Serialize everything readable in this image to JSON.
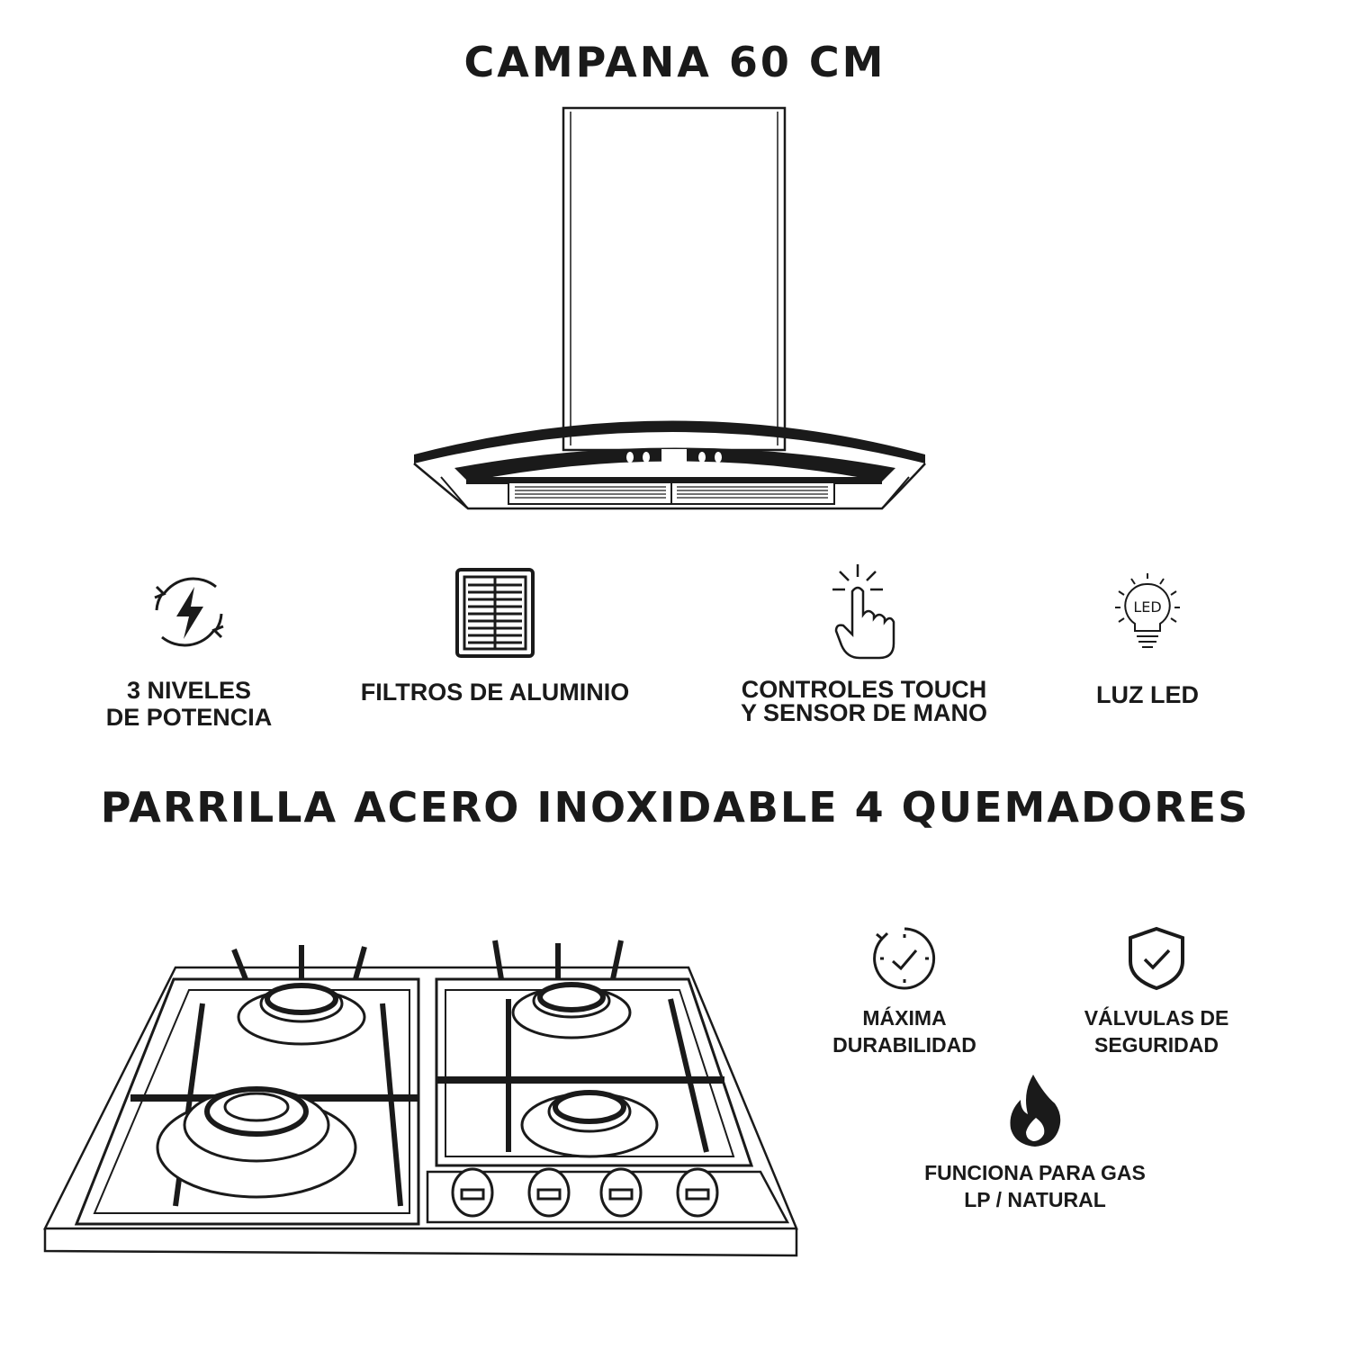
{
  "hood": {
    "title": "CAMPANA 60 CM",
    "features": [
      {
        "label_1": "3 NIVELES",
        "label_2": "DE POTENCIA",
        "icon": "power-levels-icon"
      },
      {
        "label_1": "FILTROS DE ALUMINIO",
        "label_2": "",
        "icon": "aluminum-filter-icon"
      },
      {
        "label_1": "CONTROLES TOUCH",
        "label_2": "Y SENSOR DE MANO",
        "icon": "touch-hand-icon"
      },
      {
        "label_1": "LUZ LED",
        "label_2": "",
        "icon": "led-bulb-icon"
      }
    ],
    "led_icon_text": "LED"
  },
  "cooktop": {
    "title": "PARRILLA ACERO INOXIDABLE 4 QUEMADORES",
    "features": [
      {
        "label_1": "MÁXIMA",
        "label_2": "DURABILIDAD",
        "icon": "durability-clock-icon"
      },
      {
        "label_1": "VÁLVULAS DE",
        "label_2": "SEGURIDAD",
        "icon": "shield-check-icon"
      },
      {
        "label_1": "FUNCIONA PARA GAS",
        "label_2": "LP / NATURAL",
        "icon": "flame-icon"
      }
    ]
  },
  "colors": {
    "ink": "#1a1a1a",
    "background": "#ffffff"
  }
}
